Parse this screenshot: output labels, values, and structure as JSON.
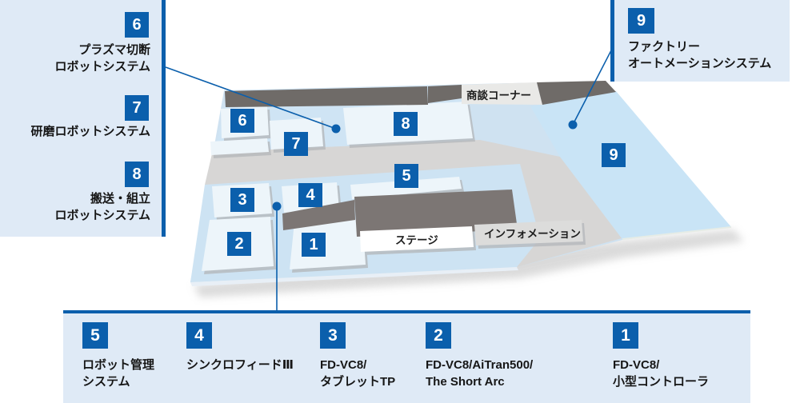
{
  "colors": {
    "accent": "#0b5fac",
    "panel_bg": "#dfeaf6",
    "floor_blue": "#cfe2f1",
    "area9_blue": "#c9e4f6",
    "booth_white": "#edf5fa",
    "aisle_gray": "#d7d6d5",
    "wall_dark": "#6f6b68",
    "stage_dark": "#7c7674"
  },
  "map": {
    "zone_labels": {
      "meeting_corner": "商談コーナー",
      "stage": "ステージ",
      "information": "インフォメーション"
    },
    "markers": {
      "m1": "1",
      "m2": "2",
      "m3": "3",
      "m4": "4",
      "m5": "5",
      "m6": "6",
      "m7": "7",
      "m8": "8",
      "m9": "9"
    }
  },
  "legend_left": {
    "items": [
      {
        "num": "6",
        "lines": [
          "プラズマ切断",
          "ロボットシステム"
        ]
      },
      {
        "num": "7",
        "lines": [
          "研磨ロボットシステム",
          ""
        ]
      },
      {
        "num": "8",
        "lines": [
          "搬送・組立",
          "ロボットシステム"
        ]
      }
    ]
  },
  "legend_right": {
    "items": [
      {
        "num": "9",
        "lines": [
          "ファクトリー",
          "オートメーションシステム"
        ]
      }
    ]
  },
  "legend_bottom": {
    "items": [
      {
        "num": "5",
        "lines": [
          "ロボット管理",
          "システム"
        ]
      },
      {
        "num": "4",
        "lines": [
          "シンクロフィードⅢ",
          ""
        ]
      },
      {
        "num": "3",
        "lines": [
          "FD-VC8/",
          "タブレットTP"
        ]
      },
      {
        "num": "2",
        "lines": [
          "FD-VC8/AiTran500/",
          "The Short Arc"
        ]
      },
      {
        "num": "1",
        "lines": [
          "FD-VC8/",
          "小型コントローラ"
        ]
      }
    ]
  }
}
